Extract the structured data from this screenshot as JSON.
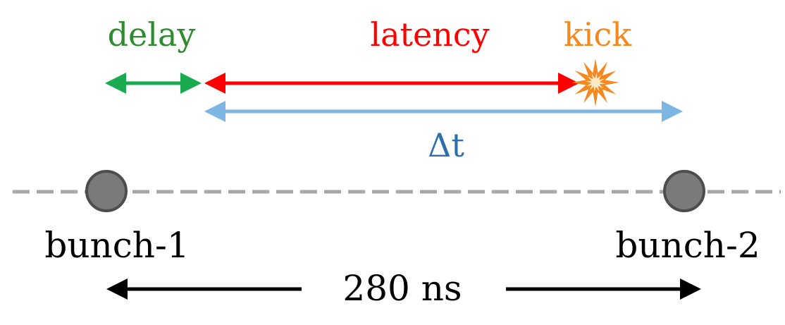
{
  "labels": {
    "delay": "delay",
    "latency": "latency",
    "kick": "kick",
    "delta_t": "Δt",
    "bunch_1": "bunch-1",
    "bunch_2": "bunch-2",
    "spacing": "280 ns"
  },
  "colors": {
    "delay": "#1aaa50",
    "delay_text": "#2e8b2e",
    "latency": "#ff0000",
    "kick": "#f5891f",
    "kick_core": "#fde9c4",
    "delta_t": "#7db5e3",
    "delta_t_text": "#2e6fa8",
    "beamline": "#a6a6a6",
    "bunch_fill": "#7a7a7a",
    "bunch_stroke": "#4d4d4d",
    "text": "#000000"
  },
  "icons": {
    "kick": "starburst-icon",
    "bunch": "circle-icon"
  }
}
